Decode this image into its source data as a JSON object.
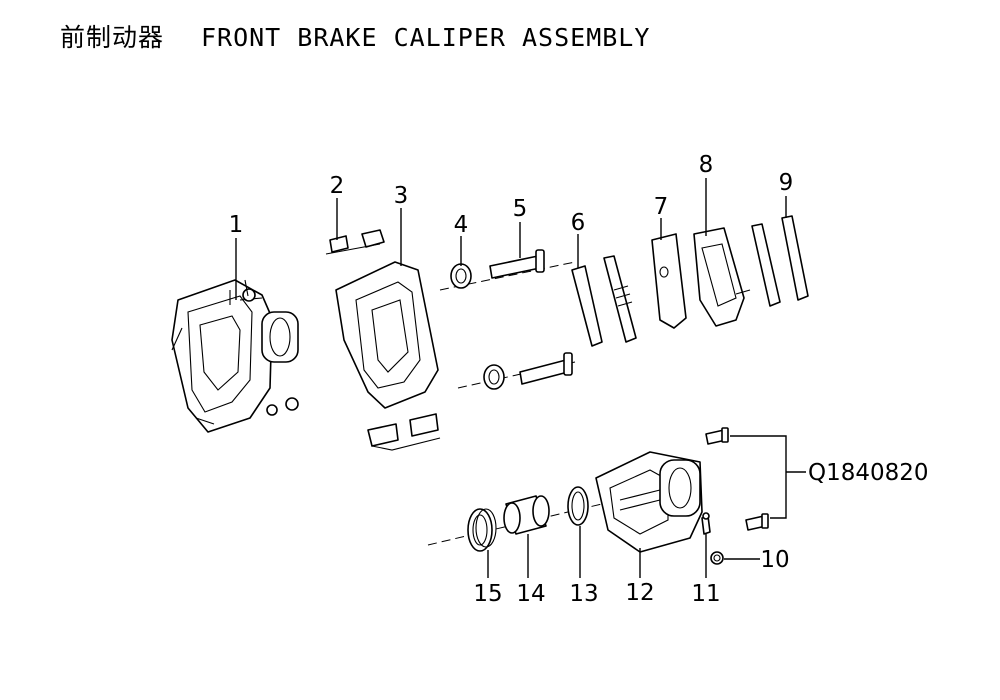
{
  "title": {
    "cn": "前制动器",
    "en": "FRONT BRAKE CALIPER ASSEMBLY"
  },
  "callouts": {
    "n1": "1",
    "n2": "2",
    "n3": "3",
    "n4": "4",
    "n5": "5",
    "n6": "6",
    "n7": "7",
    "n8": "8",
    "n9": "9",
    "n10": "10",
    "n11": "11",
    "n12": "12",
    "n13": "13",
    "n14": "14",
    "n15": "15",
    "kit": "Q1840820"
  }
}
